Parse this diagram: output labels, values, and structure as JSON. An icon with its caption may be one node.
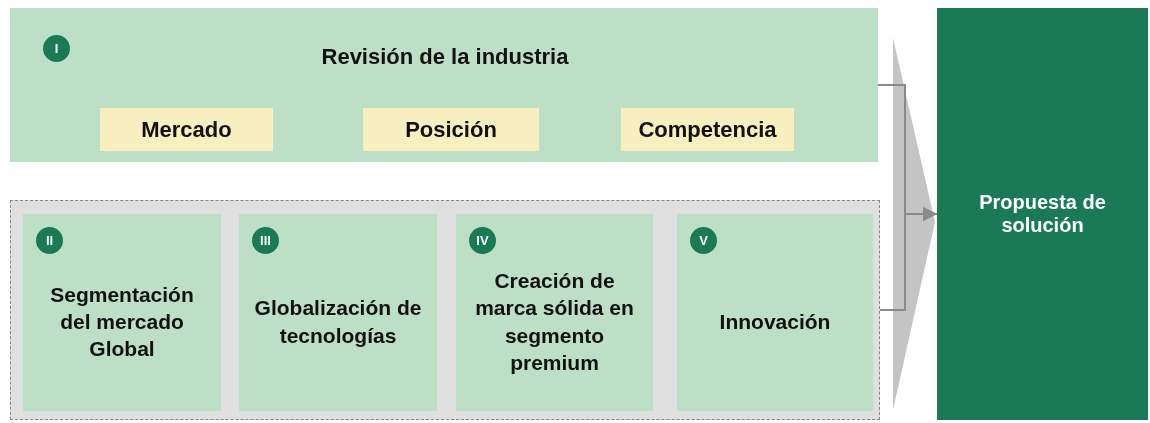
{
  "diagram": {
    "nodes": [
      {
        "text": [
          "Revisión de la industria"
        ]
      },
      {
        "text": [
          "I"
        ],
        "in": 0
      },
      {
        "text": [
          "Mercado"
        ],
        "in": 0
      },
      {
        "text": [
          "Posición"
        ],
        "in": 0
      },
      {
        "text": [
          "Competencia"
        ],
        "in": 0
      },
      {
        "text": [],
        "shape": "box"
      },
      {
        "text": [
          "Segmentación del mercado Global"
        ],
        "in": 5
      },
      {
        "text": [
          "II"
        ],
        "in": 6
      },
      {
        "text": [
          "Globalización de tecnologías"
        ],
        "in": 5
      },
      {
        "text": [
          "III"
        ],
        "in": 8
      },
      {
        "text": [
          "Creación de marca sólida en segmento premium"
        ],
        "in": 5
      },
      {
        "text": [
          "IV"
        ],
        "in": 10
      },
      {
        "text": [
          "Innovación"
        ],
        "in": 5
      },
      {
        "text": [
          "V"
        ],
        "in": 12
      },
      {
        "text": [
          "Propuesta de solución"
        ]
      }
    ],
    "edges": [
      {
        "from": 0,
        "to": 14,
        "arrow": "to"
      },
      {
        "from": 5,
        "to": 14,
        "arrow": "to"
      }
    ]
  }
}
